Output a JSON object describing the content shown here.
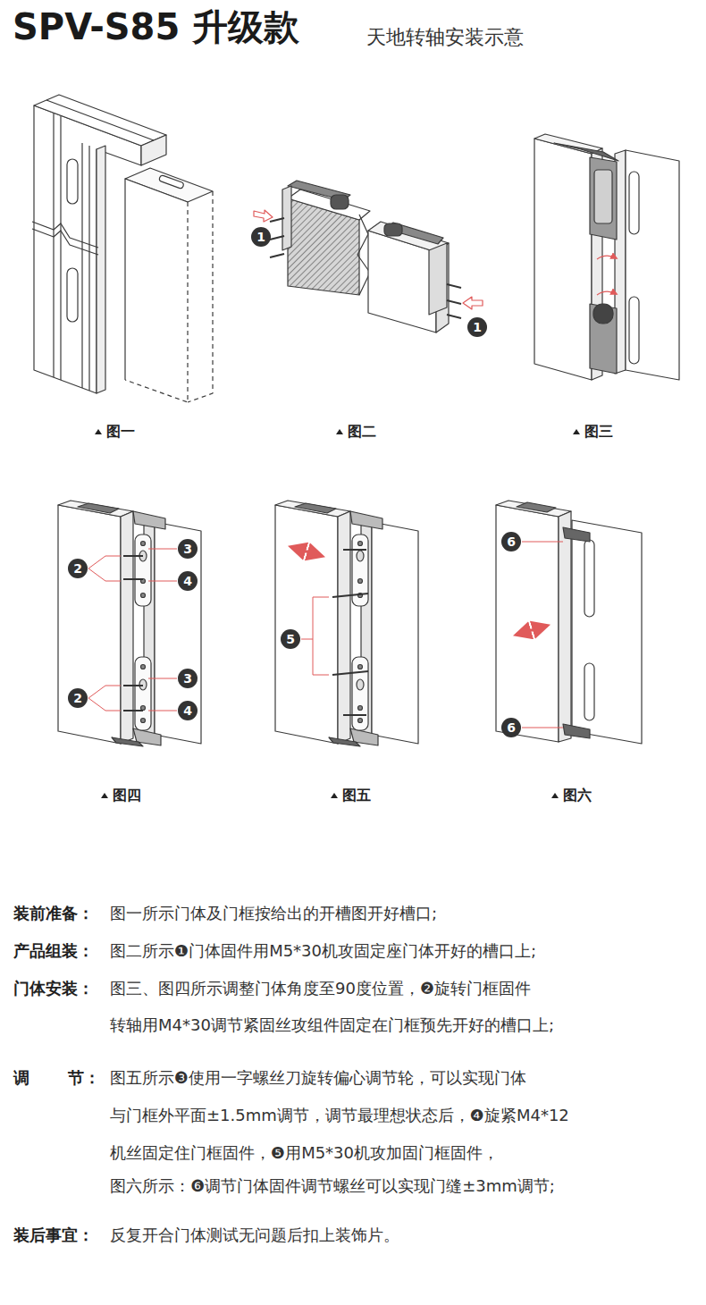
{
  "diagram": {
    "title": "SPV-S85 升级款",
    "nodes": [
      {
        "text": [
          "1"
        ]
      },
      {
        "text": [
          "1"
        ]
      },
      {
        "text": [
          "2"
        ]
      },
      {
        "text": [
          "3"
        ]
      },
      {
        "text": [
          "4"
        ]
      },
      {
        "text": [
          "2"
        ]
      },
      {
        "text": [
          "3"
        ]
      },
      {
        "text": [
          "4"
        ]
      },
      {
        "text": [
          "5"
        ]
      },
      {
        "text": [
          "6"
        ]
      },
      {
        "text": [
          "6"
        ]
      }
    ],
    "labels": [
      "天地转轴安装示意",
      "图一",
      "图二",
      "图三",
      "图四",
      "图五",
      "图六",
      "装前准备：",
      "图一所示门体及门框按给出的开槽图开好槽口;",
      "产品组装：",
      "图二所示❶门体固件用M5*30机攻固定座门体开好的槽口上;",
      "门体安装：",
      "图三、图四所示调整门体角度至90度位置，❷旋转门框固件",
      "转轴用M4*30调节紧固丝攻组件固定在门框预先开好的槽口上;",
      "调",
      "节：",
      "图五所示❸使用一字螺丝刀旋转偏心调节轮，可以实现门体",
      "与门框外平面±1.5mm调节，调节最理想状态后，❹旋紧M4*12",
      "机丝固定住门框固件，❺用M5*30机攻加固门框固件，",
      "图六所示：❻调节门体固件调节螺丝可以实现门缝±3mm调节;",
      "装后事宜：",
      "反复开合门体测试无问题后扣上装饰片。"
    ]
  }
}
